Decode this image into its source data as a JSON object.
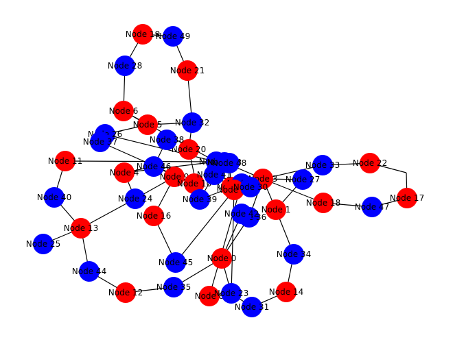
{
  "colors": {
    "red": "#ff0000",
    "blue": "#0000ff"
  },
  "nodes": [
    {
      "id": "0",
      "label": "Node 0",
      "color": "red"
    },
    {
      "id": "1",
      "label": "Node 1",
      "color": "red"
    },
    {
      "id": "2",
      "label": "Node 2",
      "color": "red"
    },
    {
      "id": "3",
      "label": "Node 3",
      "color": "red"
    },
    {
      "id": "4",
      "label": "Node 4",
      "color": "red"
    },
    {
      "id": "5",
      "label": "Node 5",
      "color": "red"
    },
    {
      "id": "6",
      "label": "Node 6",
      "color": "red"
    },
    {
      "id": "7",
      "label": "Node 7",
      "color": "blue"
    },
    {
      "id": "8",
      "label": "Node 8",
      "color": "red"
    },
    {
      "id": "9",
      "label": "Node 9",
      "color": "red"
    },
    {
      "id": "10",
      "label": "Node 10",
      "color": "red"
    },
    {
      "id": "11",
      "label": "Node 11",
      "color": "red"
    },
    {
      "id": "12",
      "label": "Node 12",
      "color": "red"
    },
    {
      "id": "13",
      "label": "Node 13",
      "color": "red"
    },
    {
      "id": "14",
      "label": "Node 14",
      "color": "red"
    },
    {
      "id": "15",
      "label": "Node 15",
      "color": "blue"
    },
    {
      "id": "16",
      "label": "Node 16",
      "color": "red"
    },
    {
      "id": "17",
      "label": "Node 17",
      "color": "red"
    },
    {
      "id": "18",
      "label": "Node 18",
      "color": "red"
    },
    {
      "id": "19",
      "label": "Node 19",
      "color": "red"
    },
    {
      "id": "20",
      "label": "Node 20",
      "color": "red"
    },
    {
      "id": "21",
      "label": "Node 21",
      "color": "red"
    },
    {
      "id": "22",
      "label": "Node 22",
      "color": "red"
    },
    {
      "id": "23",
      "label": "Node 23",
      "color": "blue"
    },
    {
      "id": "24",
      "label": "Node 24",
      "color": "blue"
    },
    {
      "id": "25",
      "label": "Node 25",
      "color": "blue"
    },
    {
      "id": "26",
      "label": "Node 26",
      "color": "blue"
    },
    {
      "id": "27",
      "label": "Node 27",
      "color": "blue"
    },
    {
      "id": "28",
      "label": "Node 28",
      "color": "blue"
    },
    {
      "id": "29",
      "label": "Node 29",
      "color": "red"
    },
    {
      "id": "30",
      "label": "Node 30",
      "color": "blue"
    },
    {
      "id": "31",
      "label": "Node 31",
      "color": "blue"
    },
    {
      "id": "32",
      "label": "Node 32",
      "color": "blue"
    },
    {
      "id": "33",
      "label": "Node 33",
      "color": "blue"
    },
    {
      "id": "34",
      "label": "Node 34",
      "color": "blue"
    },
    {
      "id": "35",
      "label": "Node 35",
      "color": "blue"
    },
    {
      "id": "36",
      "label": "Node 36",
      "color": "blue"
    },
    {
      "id": "37",
      "label": "Node 37",
      "color": "blue"
    },
    {
      "id": "38",
      "label": "Node 38",
      "color": "blue"
    },
    {
      "id": "39",
      "label": "Node 39",
      "color": "blue"
    },
    {
      "id": "40",
      "label": "Node 40",
      "color": "blue"
    },
    {
      "id": "41",
      "label": "Node 41",
      "color": "blue"
    },
    {
      "id": "42",
      "label": "Node 42",
      "color": "blue"
    },
    {
      "id": "43",
      "label": "Node 43",
      "color": "blue"
    },
    {
      "id": "44",
      "label": "Node 44",
      "color": "blue"
    },
    {
      "id": "45",
      "label": "Node 45",
      "color": "blue"
    },
    {
      "id": "46",
      "label": "Node 46",
      "color": "blue"
    },
    {
      "id": "47",
      "label": "Node 47",
      "color": "blue"
    },
    {
      "id": "48",
      "label": "Node 48",
      "color": "blue"
    },
    {
      "id": "49",
      "label": "Node 49",
      "color": "blue"
    }
  ],
  "edges": [
    [
      "19",
      "49"
    ],
    [
      "19",
      "28"
    ],
    [
      "28",
      "6"
    ],
    [
      "49",
      "21"
    ],
    [
      "21",
      "32"
    ],
    [
      "6",
      "15"
    ],
    [
      "6",
      "5"
    ],
    [
      "5",
      "32"
    ],
    [
      "5",
      "26"
    ],
    [
      "15",
      "26"
    ],
    [
      "32",
      "20"
    ],
    [
      "15",
      "11"
    ],
    [
      "11",
      "40"
    ],
    [
      "40",
      "13"
    ],
    [
      "13",
      "25"
    ],
    [
      "13",
      "44"
    ],
    [
      "44",
      "12"
    ],
    [
      "12",
      "35"
    ],
    [
      "15",
      "4"
    ],
    [
      "4",
      "24"
    ],
    [
      "4",
      "46"
    ],
    [
      "24",
      "13"
    ],
    [
      "24",
      "9"
    ],
    [
      "46",
      "38"
    ],
    [
      "9",
      "16"
    ],
    [
      "16",
      "45"
    ],
    [
      "45",
      "29"
    ],
    [
      "29",
      "23"
    ],
    [
      "35",
      "0"
    ],
    [
      "0",
      "23"
    ],
    [
      "23",
      "31"
    ],
    [
      "0",
      "36"
    ],
    [
      "0",
      "42"
    ],
    [
      "1",
      "34"
    ],
    [
      "34",
      "14"
    ],
    [
      "14",
      "31"
    ],
    [
      "43",
      "3"
    ],
    [
      "3",
      "33"
    ],
    [
      "33",
      "22"
    ],
    [
      "22",
      "50"
    ],
    [
      "50",
      "17"
    ],
    [
      "17",
      "47"
    ],
    [
      "47",
      "18"
    ],
    [
      "18",
      "3"
    ],
    [
      "27",
      "1"
    ],
    [
      "3",
      "1"
    ],
    [
      "30",
      "7"
    ],
    [
      "7",
      "39"
    ],
    [
      "10",
      "9"
    ],
    [
      "39",
      "20"
    ],
    [
      "48",
      "2"
    ],
    [
      "41",
      "30"
    ],
    [
      "30",
      "3"
    ],
    [
      "3",
      "27"
    ],
    [
      "8",
      "7"
    ],
    [
      "37",
      "10"
    ],
    [
      "2",
      "41"
    ],
    [
      "41",
      "39"
    ],
    [
      "46",
      "10"
    ],
    [
      "36",
      "3"
    ]
  ]
}
